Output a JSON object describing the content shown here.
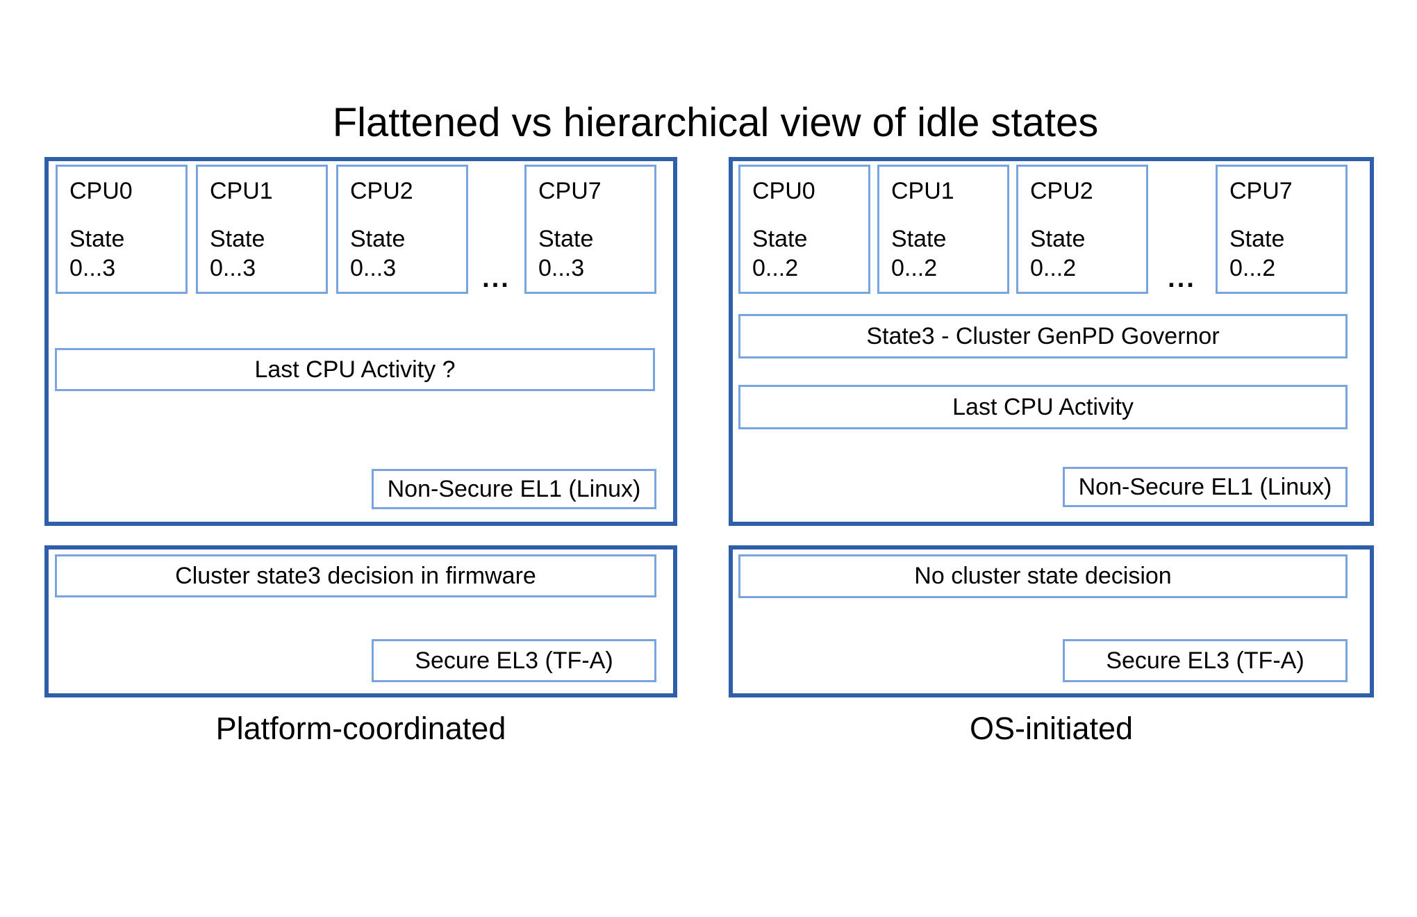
{
  "title": "Flattened vs hierarchical view of idle states",
  "colors": {
    "panel_border": "#2e5fa8",
    "box_border": "#7aa4df",
    "text": "#000000",
    "background": "#ffffff"
  },
  "left_panel": {
    "caption": "Platform-coordinated",
    "cpus": [
      {
        "label": "CPU0",
        "state_label": "State",
        "state_range": "0...3"
      },
      {
        "label": "CPU1",
        "state_label": "State",
        "state_range": "0...3"
      },
      {
        "label": "CPU2",
        "state_label": "State",
        "state_range": "0...3"
      },
      {
        "label": "CPU7",
        "state_label": "State",
        "state_range": "0...3"
      }
    ],
    "ellipsis": "...",
    "activity_label": "Last CPU Activity ?",
    "el1_label": "Non-Secure EL1 (Linux)",
    "decision_label": "Cluster state3 decision in firmware",
    "el3_label": "Secure EL3 (TF-A)"
  },
  "right_panel": {
    "caption": "OS-initiated",
    "cpus": [
      {
        "label": "CPU0",
        "state_label": "State",
        "state_range": "0...2"
      },
      {
        "label": "CPU1",
        "state_label": "State",
        "state_range": "0...2"
      },
      {
        "label": "CPU2",
        "state_label": "State",
        "state_range": "0...2"
      },
      {
        "label": "CPU7",
        "state_label": "State",
        "state_range": "0...2"
      }
    ],
    "ellipsis": "...",
    "governor_label": "State3 - Cluster GenPD Governor",
    "activity_label": "Last CPU Activity",
    "el1_label": "Non-Secure EL1 (Linux)",
    "decision_label": "No cluster state decision",
    "el3_label": "Secure EL3 (TF-A)"
  }
}
